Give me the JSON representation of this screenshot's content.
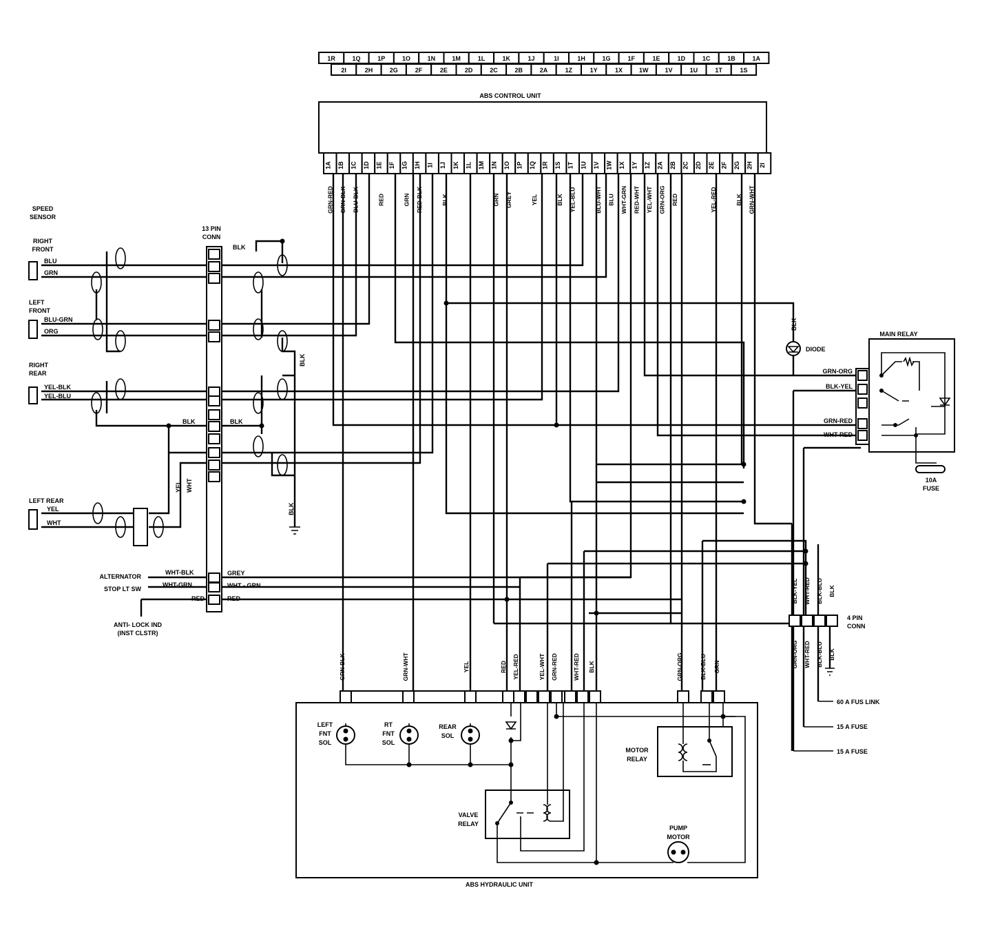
{
  "abs_control_unit": {
    "title": "ABS CONTROL UNIT",
    "top_row_pins": [
      "1R",
      "1Q",
      "1P",
      "1O",
      "1N",
      "1M",
      "1L",
      "1K",
      "1J",
      "1I",
      "1H",
      "1G",
      "1F",
      "1E",
      "1D",
      "1C",
      "1B",
      "1A"
    ],
    "bottom_row_pins": [
      "2I",
      "2H",
      "2G",
      "2F",
      "2E",
      "2D",
      "2C",
      "2B",
      "2A",
      "1Z",
      "1Y",
      "1X",
      "1W",
      "1V",
      "1U",
      "1T",
      "1S"
    ],
    "pins": [
      "1A",
      "1B",
      "1C",
      "1D",
      "1E",
      "1F",
      "1G",
      "1H",
      "1I",
      "1J",
      "1K",
      "1L",
      "1M",
      "1N",
      "1O",
      "1P",
      "1Q",
      "1R",
      "1S",
      "1T",
      "1U",
      "1V",
      "1W",
      "1X",
      "1Y",
      "1Z",
      "2A",
      "2B",
      "2C",
      "2D",
      "2E",
      "2F",
      "2G",
      "2H",
      "2I"
    ],
    "pin_wires": [
      {
        "pin": "1A",
        "wire": "GRN-RED"
      },
      {
        "pin": "1B",
        "wire": "GRN-BLK"
      },
      {
        "pin": "1C",
        "wire": "BLU-BLK"
      },
      {
        "pin": "1E",
        "wire": "RED"
      },
      {
        "pin": "1G",
        "wire": "GRN"
      },
      {
        "pin": "1H",
        "wire": "RED-BLK"
      },
      {
        "pin": "1J",
        "wire": "BLK"
      },
      {
        "pin": "1N",
        "wire": "GRN"
      },
      {
        "pin": "1O",
        "wire": "GREY"
      },
      {
        "pin": "1Q",
        "wire": "YEL"
      },
      {
        "pin": "1S",
        "wire": "BLK"
      },
      {
        "pin": "1T",
        "wire": "YEL-BLU"
      },
      {
        "pin": "1V",
        "wire": "BLU-WHT"
      },
      {
        "pin": "1W",
        "wire": "BLU"
      },
      {
        "pin": "1X",
        "wire": "WHT-GRN"
      },
      {
        "pin": "1Y",
        "wire": "RED-WHT"
      },
      {
        "pin": "1Z",
        "wire": "YEL-WHT"
      },
      {
        "pin": "2A",
        "wire": "GRN-ORG"
      },
      {
        "pin": "2B",
        "wire": "RED"
      },
      {
        "pin": "2E",
        "wire": "YEL-RED"
      },
      {
        "pin": "2G",
        "wire": "BLK"
      },
      {
        "pin": "2H",
        "wire": "GRN-WHT"
      }
    ]
  },
  "speed_sensor": {
    "title_line1": "SPEED",
    "title_line2": "SENSOR",
    "right_front": {
      "label_line1": "RIGHT",
      "label_line2": "FRONT",
      "wires": [
        "BLU",
        "GRN"
      ]
    },
    "left_front": {
      "label_line1": "LEFT",
      "label_line2": "FRONT",
      "wires": [
        "BLU-GRN",
        "ORG"
      ]
    },
    "right_rear": {
      "label_line1": "RIGHT",
      "label_line2": "REAR",
      "wires": [
        "YEL-BLK",
        "YEL-BLU"
      ]
    },
    "left_rear": {
      "label": "LEFT REAR",
      "wires": [
        "YEL",
        "WHT"
      ]
    }
  },
  "conn13": {
    "label_line1": "13 PIN",
    "label_line2": "CONN"
  },
  "wire_labels": {
    "blk_top": "BLK",
    "blk_ground_vertical": "BLK",
    "blk_rear_1": "BLK",
    "blk_rear_2": "BLK",
    "blk_bottom_ground": "BLK",
    "yel_short": "YEL",
    "wht_short": "WHT",
    "grey": "GREY",
    "wht_grn": "WHT - GRN",
    "red": "RED"
  },
  "left_inputs": [
    {
      "label": "ALTERNATOR",
      "wire": "WHT-BLK"
    },
    {
      "label": "STOP LT SW",
      "wire": "WHT-GRN"
    },
    {
      "label": "",
      "wire": "RED"
    }
  ],
  "anti_lock_ind": {
    "line1": "ANTI- LOCK IND",
    "line2": "(INST CLSTR)"
  },
  "diode": {
    "label": "DIODE",
    "wire": "BLK"
  },
  "main_relay": {
    "title": "MAIN RELAY",
    "wires": [
      "GRN-ORG",
      "BLK-YEL",
      "GRN-RED",
      "WHT-RED"
    ]
  },
  "fuse_10a": {
    "line1": "10A",
    "line2": "FUSE"
  },
  "conn4": {
    "label_line1": "4 PIN",
    "label_line2": "CONN",
    "upper_wires": [
      "BLK-YEL",
      "WHT-RED",
      "BLK-BLU",
      "BLK"
    ],
    "lower_wires": [
      "GRN-ORG",
      "WHT-RED",
      "BLK-BLU",
      "BLK"
    ]
  },
  "power_feeds": [
    "60 A FUS LINK",
    "15 A FUSE",
    "15 A FUSE"
  ],
  "hydraulic_unit": {
    "title": "ABS HYDRAULIC UNIT",
    "wires": [
      "GRN-BLK",
      "GRN-WHT",
      "YEL",
      "RED",
      "YEL-RED",
      "YEL-WHT",
      "GRN-RED",
      "WHT-RED",
      "BLK",
      "GRN-ORG",
      "BLK-BLU",
      "GRN"
    ],
    "left_sol": {
      "line1": "LEFT",
      "line2": "FNT",
      "line3": "SOL"
    },
    "rt_sol": {
      "line1": "RT",
      "line2": "FNT",
      "line3": "SOL"
    },
    "rear_sol": {
      "line1": "REAR",
      "line2": "SOL"
    },
    "motor_relay": {
      "line1": "MOTOR",
      "line2": "RELAY"
    },
    "valve_relay": {
      "line1": "VALVE",
      "line2": "RELAY"
    },
    "pump_motor": {
      "line1": "PUMP",
      "line2": "MOTOR"
    }
  }
}
